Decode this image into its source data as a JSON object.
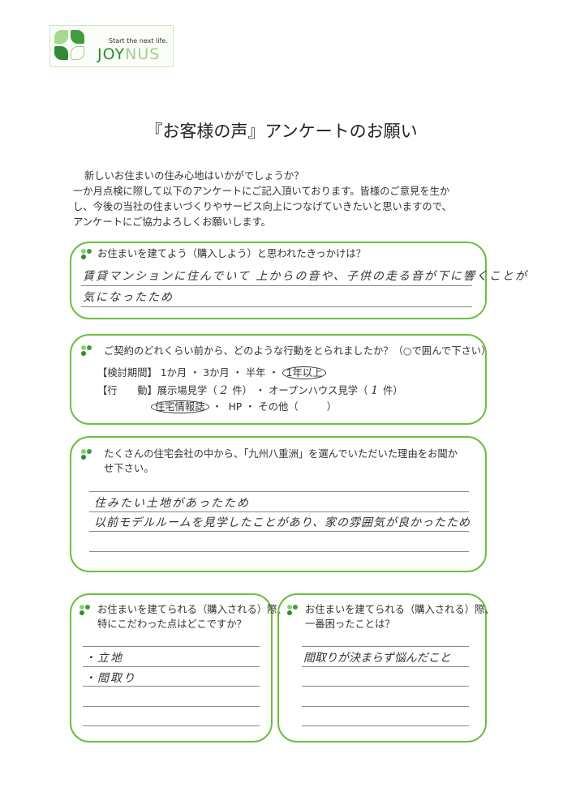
{
  "logo": {
    "tagline": "Start the next life.",
    "brand_a": "JOY",
    "brand_b": "NUS",
    "colors": {
      "dark": "#2f8a36",
      "light": "#9fd08a"
    }
  },
  "title": "『お客様の声』アンケートのお願い",
  "intro": [
    "新しいお住まいの住み心地はいかがでしょうか？",
    "一か月点検に際して以下のアンケートにご記入頂いております。皆様のご意見を生か",
    "し、今後の当社の住まいづくりやサービス向上につなげていきたいと思いますので、",
    "アンケートにご協力よろしくお願いします。"
  ],
  "accent": "#6cbf3e",
  "q1": {
    "question": "お住まいを建てよう（購入しよう）と思われたきっかけは？",
    "answer": [
      "賃貸マンションに住んでいて 上からの音や、子供の走る音が下に響くことが",
      "気になったため"
    ]
  },
  "q2": {
    "question": "ご契約のどれくらい前から、どのような行動をとられましたか？（○で囲んで下さい）",
    "period_label": "【検討期間】",
    "period_options": [
      "1か月",
      "3か月",
      "半年",
      "1年以上"
    ],
    "period_selected": "1年以上",
    "action_label": "【行　　動】",
    "action_a": "展示場見学（",
    "action_a_count": "2",
    "action_unit": "件）",
    "action_b": "オープンハウス見学（",
    "action_b_count": "1",
    "action_c": "住宅情報誌",
    "action_d": "HP",
    "action_e": "その他（",
    "action_e_close": "）",
    "sep": "・"
  },
  "q3": {
    "question": [
      "たくさんの住宅会社の中から、「九州八重洲」を選んでいただいた理由をお聞か",
      "せ下さい。"
    ],
    "answer": [
      "住みたい土地があったため",
      "以前モデルルームを見学したことがあり、家の雰囲気が良かったため"
    ]
  },
  "q4": {
    "question": [
      "お住まいを建てられる（購入される）際、",
      "特にこだわった点はどこですか？"
    ],
    "answer": [
      "・立地",
      "・間取り"
    ]
  },
  "q5": {
    "question": [
      "お住まいを建てられる（購入される）際、",
      "一番困ったことは？"
    ],
    "answer": [
      "間取りが決まらず悩んだこと"
    ]
  }
}
